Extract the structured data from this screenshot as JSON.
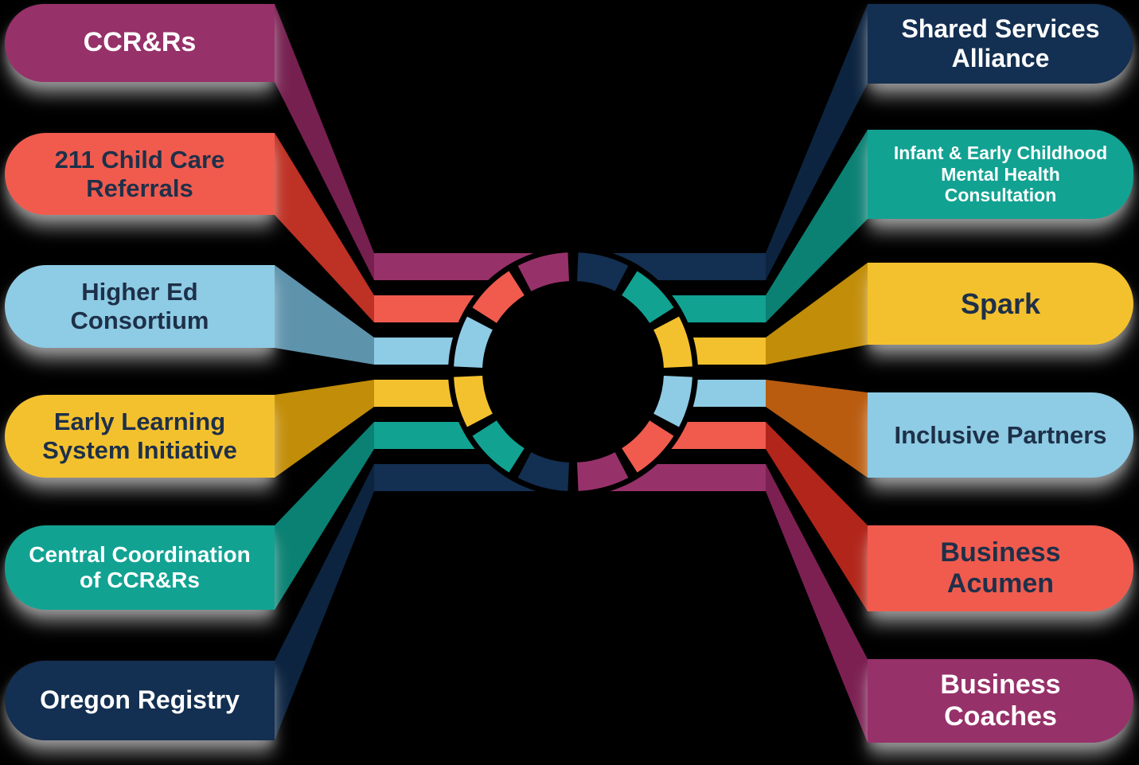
{
  "background_color": "#000000",
  "palette": {
    "purple": "#97316A",
    "coral": "#F05B4E",
    "light_blue": "#8ECBE4",
    "yellow": "#F4C12E",
    "teal": "#12A292",
    "navy": "#132F51",
    "dark_text": "#1E3049",
    "white_text": "#FFFFFF"
  },
  "left_items": [
    {
      "label": "CCR&Rs",
      "color": "#97316A",
      "fold_color": "#76204F",
      "text_color": "#FFFFFF"
    },
    {
      "label": "211 Child Care\nReferrals",
      "color": "#F05B4E",
      "fold_color": "#BE3125",
      "text_color": "#1E3049"
    },
    {
      "label": "Higher Ed\nConsortium",
      "color": "#8ECBE4",
      "fold_color": "#5E93AC",
      "text_color": "#1E3049"
    },
    {
      "label": "Early Learning\nSystem Initiative",
      "color": "#F4C12E",
      "fold_color": "#C28D08",
      "text_color": "#1E3049"
    },
    {
      "label": "Central Coordination\nof CCR&Rs",
      "color": "#12A292",
      "fold_color": "#0B8173",
      "text_color": "#FFFFFF"
    },
    {
      "label": "Oregon Registry",
      "color": "#132F51",
      "fold_color": "#0C2440",
      "text_color": "#FFFFFF"
    }
  ],
  "right_items": [
    {
      "label": "Shared Services\nAlliance",
      "color": "#132F51",
      "fold_color": "#0C2440",
      "text_color": "#FFFFFF"
    },
    {
      "label": "Infant & Early Childhood\nMental Health\nConsultation",
      "color": "#12A292",
      "fold_color": "#0B8173",
      "text_color": "#FFFFFF"
    },
    {
      "label": "Spark",
      "color": "#F4C12E",
      "fold_color": "#C28D08",
      "text_color": "#1E3049"
    },
    {
      "label": "Inclusive Partners",
      "color": "#8ECBE4",
      "fold_color": "#B95C10",
      "text_color": "#1E3049"
    },
    {
      "label": "Business\nAcumen",
      "color": "#F05B4E",
      "fold_color": "#B2251A",
      "text_color": "#1E3049"
    },
    {
      "label": "Business\nCoaches",
      "color": "#97316A",
      "fold_color": "#7C2052",
      "text_color": "#FFFFFF"
    }
  ],
  "ring": {
    "segments_clockwise_from_top": [
      "navy",
      "teal",
      "yellow",
      "light_blue",
      "coral",
      "purple",
      "navy",
      "teal",
      "yellow",
      "light_blue",
      "coral",
      "purple"
    ]
  }
}
